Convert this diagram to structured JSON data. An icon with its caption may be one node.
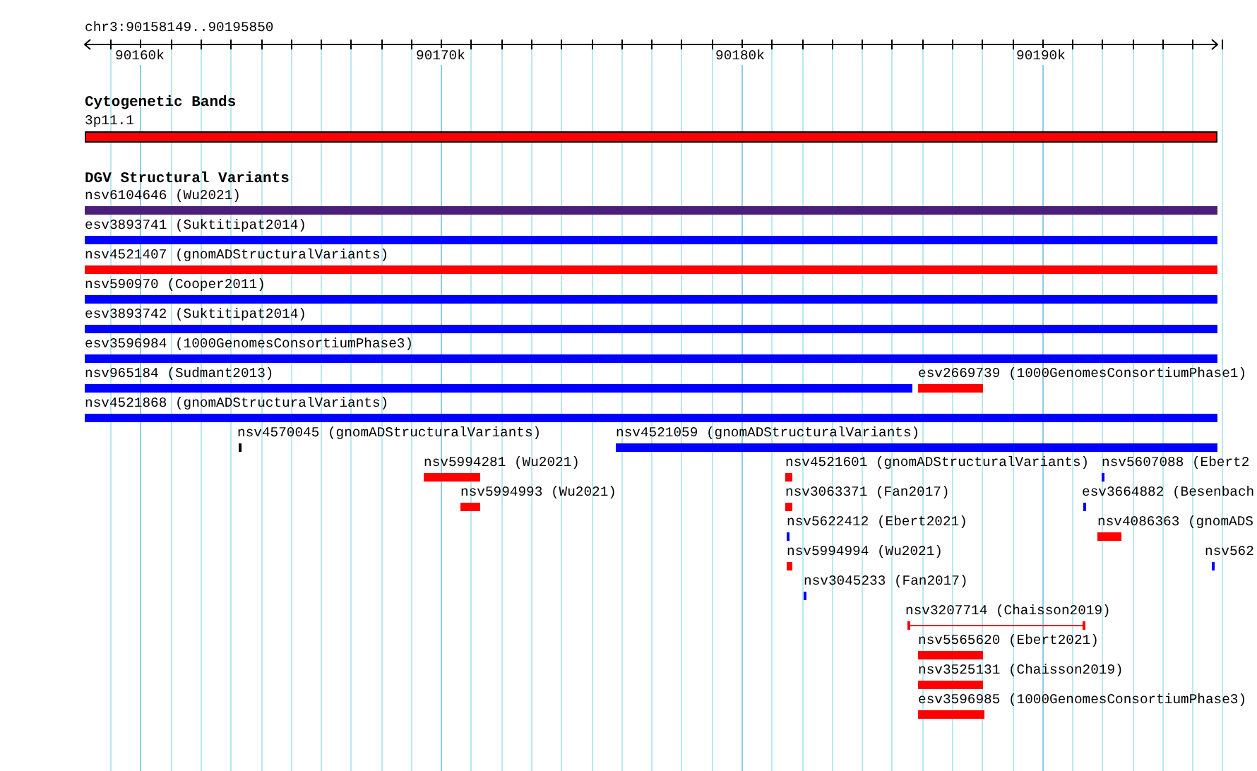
{
  "diagram": {
    "labels": [
      "chr3:90158149..90195850",
      "90160k",
      "90170k",
      "90180k",
      "90190k",
      "Cytogenetic Bands",
      "3p11.1",
      "DGV Structural Variants",
      "nsv6104646 (Wu2021)",
      "esv3893741 (Suktitipat2014)",
      "nsv4521407 (gnomADStructuralVariants)",
      "nsv590970 (Cooper2011)",
      "esv3893742 (Suktitipat2014)",
      "esv3596984 (1000GenomesConsortiumPhase3)",
      "nsv965184 (Sudmant2013)",
      "esv2669739 (1000GenomesConsortiumPhase1)",
      "nsv4521868 (gnomADStructuralVariants)",
      "nsv4570045 (gnomADStructuralVariants)",
      "nsv4521059 (gnomADStructuralVariants)",
      "nsv5994281 (Wu2021)",
      "nsv5994993 (Wu2021)",
      "nsv4521601 (gnomADStructuralVariants)",
      "nsv5607088 (Ebert2",
      "nsv3063371 (Fan2017)",
      "esv3664882 (Besenbach",
      "nsv5622412 (Ebert2021)",
      "nsv4086363 (gnomADS",
      "nsv5994994 (Wu2021)",
      "nsv562",
      "nsv3045233 (Fan2017)",
      "nsv3207714 (Chaisson2019)",
      "nsv5565620 (Ebert2021)",
      "nsv3525131 (Chaisson2019)",
      "esv3596985 (1000GenomesConsortiumPhase3)"
    ]
  }
}
